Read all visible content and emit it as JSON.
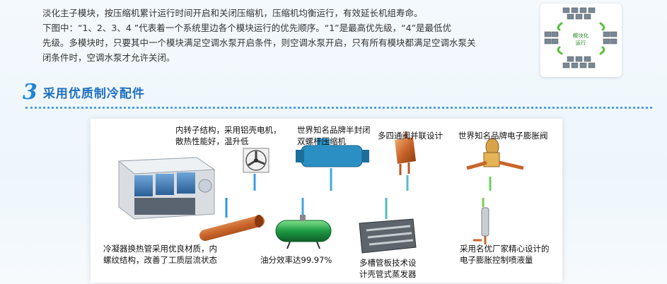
{
  "intro": {
    "line1": "淡化主子模块，按压缩机累计运行时间开启和关闭压缩机，压缩机均衡运行，有效延长机组寿命。",
    "line2": "下图中：“1、2、3、4 ”代表着一个系统里边各个模块运行的优先顺序。“1”是最高优先级，“4”是最低优",
    "line3": "先级。多模块时，只要其中一个模块满足空调水泵开启条件，则空调水泵开启，只有所有模块都满足空调水泵关",
    "line4": "闭条件时，空调水泵才允许关闭。"
  },
  "thumbnail": {
    "center_label_1": "模块化",
    "center_label_2": "运行"
  },
  "section": {
    "number": "3",
    "title": "采用优质制冷配件"
  },
  "components": {
    "motor": "内转子结构，采用铝壳电机，\n散热性能好，温升低",
    "compressor": "世界知名品牌半封闭\n双螺杆压缩机",
    "valve4": "多四通阀并联设计",
    "expansion_valve": "世界知名品牌电子膨胀阀",
    "condenser_tube": "冷凝器换热管采用优良材质，内\n螺纹结构，改善了工质层流状态",
    "oil_separator": "油分效率达99.97%",
    "evaporator": "多槽管板技术设\n计壳管式蒸发器",
    "spray_valve": "采用名优厂家精心设计的\n电子膨胀控制喷液量"
  },
  "colors": {
    "accent": "#1f86d6",
    "pipe_start": "#2a8fe0",
    "pipe_end": "#7cd14a"
  }
}
